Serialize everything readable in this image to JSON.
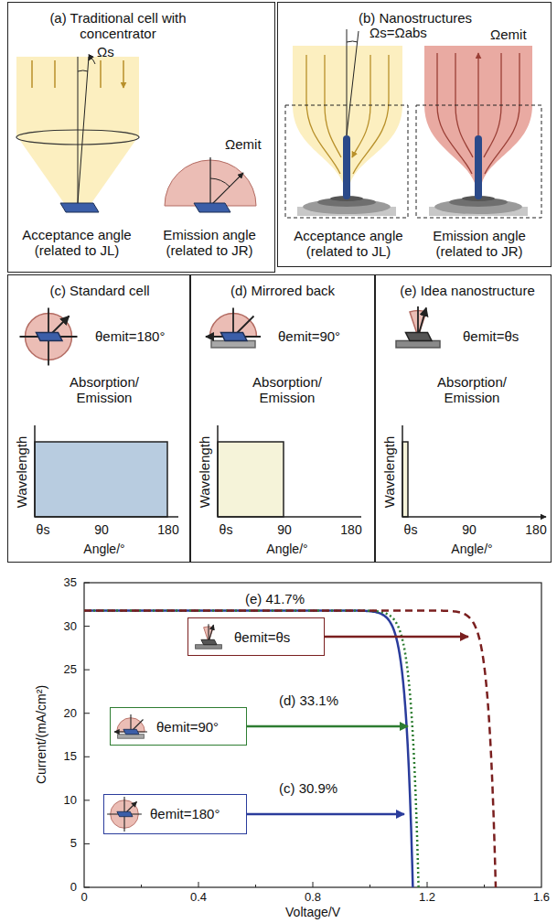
{
  "diagram": {
    "nodes": [
      {
        "text": [
          "(a) Traditional cell with concentrator",
          "Ωs",
          "Acceptance angle (related to JL)",
          "Ωemit",
          "Emission angle (related to JR)"
        ]
      },
      {
        "text": [
          "(b) Nanostructures",
          "Ωs=Ωabs",
          "Acceptance angle (related to JL)",
          "Ωemit",
          "Emission angle (related to JR)"
        ]
      },
      {
        "text": [
          "(c) Standard cell",
          "θemit=180°",
          "Absorption/ Emission",
          "Wavelength",
          "θs",
          "90",
          "180",
          "Angle/°"
        ]
      },
      {
        "text": [
          "(d) Mirrored back",
          "θemit=90°",
          "Absorption/ Emission",
          "Wavelength",
          "θs",
          "90",
          "180",
          "Angle/°"
        ]
      },
      {
        "text": [
          "(e) Idea nanostructure",
          "θemit=θs",
          "Absorption/ Emission",
          "Wavelength",
          "θs",
          "90",
          "180",
          "Angle/°"
        ]
      },
      {
        "text": [
          "θemit=θs"
        ]
      },
      {
        "text": [
          "θemit=90°"
        ]
      },
      {
        "text": [
          "θemit=180°"
        ]
      }
    ],
    "labels": [
      "35",
      "30",
      "25",
      "20",
      "15",
      "10",
      "5",
      "0",
      "0",
      "0.4",
      "0.8",
      "1.2",
      "1.6",
      "Current/(mA/cm²)",
      "Voltage/V",
      "(e) 41.7%",
      "(d) 33.1%",
      "(c) 30.9%"
    ]
  }
}
